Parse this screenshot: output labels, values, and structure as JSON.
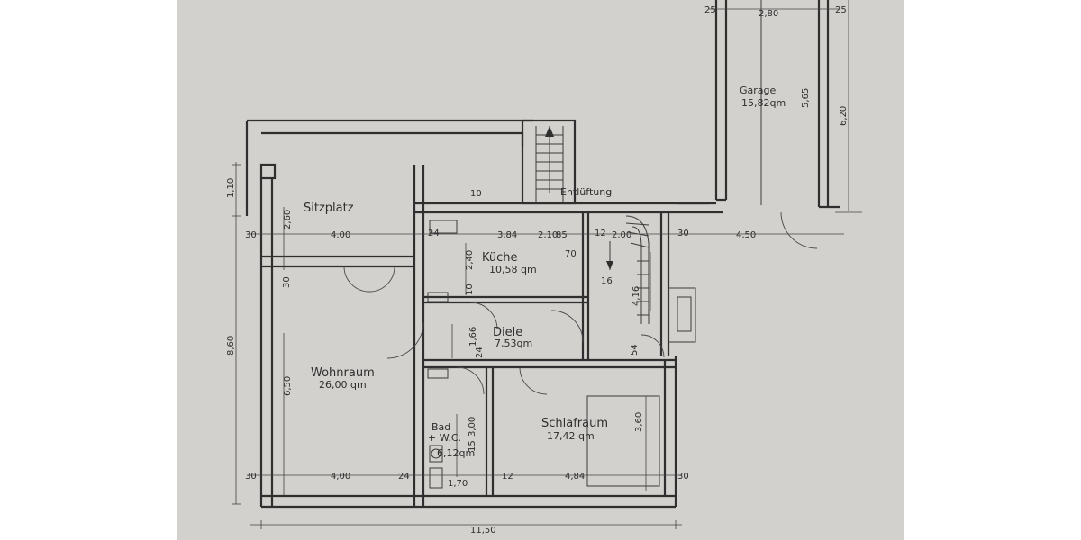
{
  "rooms": {
    "sitzplatz": {
      "label": "Sitzplatz"
    },
    "kueche": {
      "label": "Küche",
      "area": "10,58 qm"
    },
    "diele": {
      "label": "Diele",
      "area": "7,53qm"
    },
    "wohnraum": {
      "label": "Wohnraum",
      "area": "26,00 qm"
    },
    "bad": {
      "label": "Bad",
      "label2": "+ W.C.",
      "area": "6,12qm"
    },
    "schlafraum": {
      "label": "Schlafraum",
      "area": "17,42 qm"
    },
    "garage": {
      "label": "Garage",
      "area": "15,82qm"
    },
    "entlueftung": {
      "label": "Entlüftung"
    }
  },
  "dimensions": {
    "overall_width": "11,50",
    "overall_depth": "8,60",
    "garage_width": "2,80",
    "garage_length": "5,65",
    "garage_outer": "6,20",
    "garage_wall_left": "25",
    "garage_wall_right": "25",
    "sitzplatz_depth": "1,10",
    "sitzplatz_height": "2,60",
    "wohnraum_width_top": "4,00",
    "wohnraum_width_bottom": "4,00",
    "wohnraum_depth": "6,50",
    "kueche_width": "3,84",
    "kueche_depth": "2,40",
    "pantry_width": "2,10",
    "pantry_small": "85",
    "stair_width": "2,00",
    "stair_run": "4,16",
    "diele_depth": "1,66",
    "bad_width": "1,70",
    "bad_depth": "3,00",
    "schlafraum_width": "4,84",
    "schlafraum_depth": "3,60",
    "east_width": "4,50",
    "wall_30_a": "30",
    "wall_30_b": "30",
    "wall_30_c": "30",
    "wall_30_d": "30",
    "wall_30_e": "30",
    "wall_24_a": "24",
    "wall_24_b": "24",
    "wall_24_c": "24",
    "wall_12_a": "12",
    "wall_12_b": "12",
    "wall_10_a": "10",
    "wall_10_b": "10",
    "wall_16": "16",
    "wall_70": "70",
    "wall_54": "54",
    "wall_15": "15"
  }
}
